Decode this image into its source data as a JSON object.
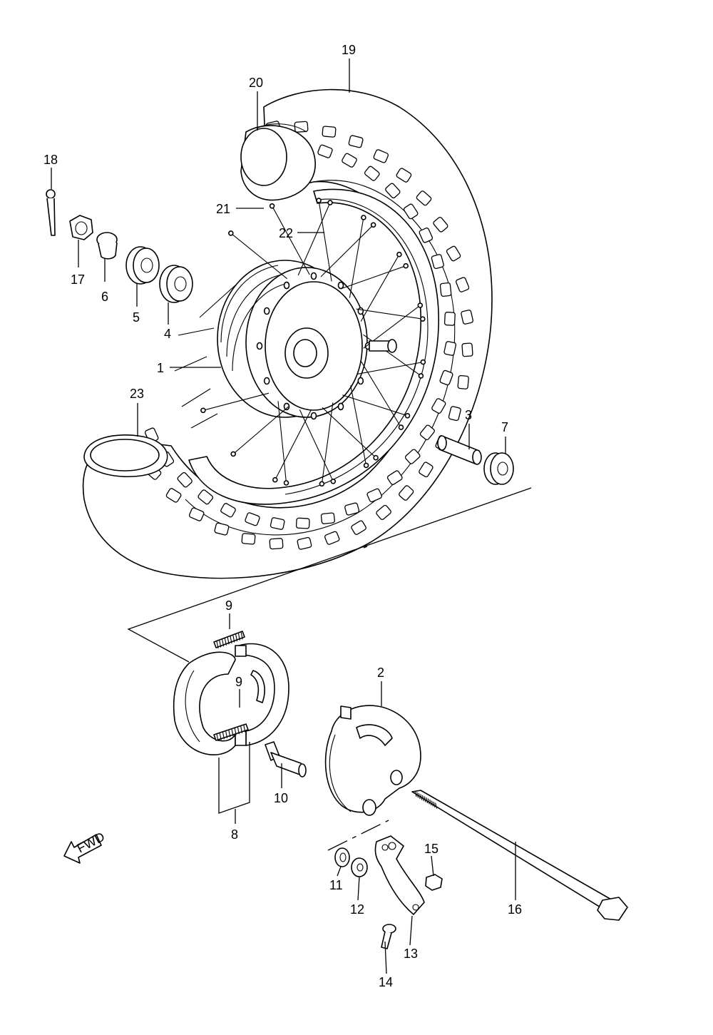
{
  "diagram": {
    "part_numbers": [
      "1",
      "2",
      "3",
      "4",
      "5",
      "6",
      "7",
      "8",
      "9",
      "9",
      "10",
      "11",
      "12",
      "13",
      "14",
      "15",
      "16",
      "17",
      "18",
      "19",
      "20",
      "21",
      "22",
      "23"
    ],
    "fwd_marker": "FWD"
  },
  "colors": {
    "line": "#000000",
    "background": "#ffffff"
  }
}
